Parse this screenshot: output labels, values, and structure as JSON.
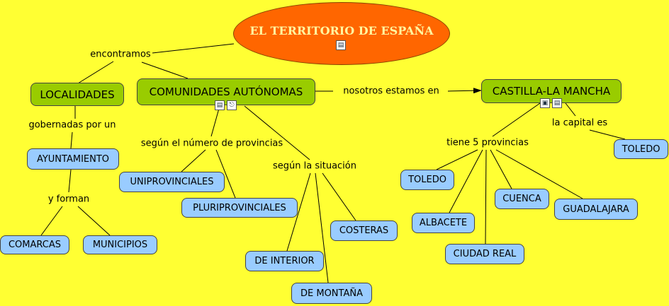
{
  "title": "EL TERRITORIO DE ESPAÑA",
  "phrases": {
    "encontramos": "encontramos",
    "gobernadas": "gobernadas por un",
    "y_forman": "y forman",
    "segun_numero": "según el número de provincias",
    "segun_situacion": "según la situación",
    "nosotros": "nosotros estamos en",
    "tiene5": "tiene 5 provincias",
    "capital": "la capital es"
  },
  "concepts": {
    "localidades": "LOCALIDADES",
    "ayuntamiento": "AYUNTAMIENTO",
    "comarcas": "COMARCAS",
    "municipios": "MUNICIPIOS",
    "comunidades": "COMUNIDADES AUTÓNOMAS",
    "uniprovinciales": "UNIPROVINCIALES",
    "pluriprovinciales": "PLURIPROVINCIALES",
    "de_interior": "DE INTERIOR",
    "de_montana": "DE MONTAÑA",
    "costeras": "COSTERAS",
    "castilla": "CASTILLA-LA MANCHA",
    "toledo_capital": "TOLEDO",
    "toledo": "TOLEDO",
    "albacete": "ALBACETE",
    "ciudad_real": "CIUDAD REAL",
    "cuenca": "CUENCA",
    "guadalajara": "GUADALAJARA"
  },
  "icons": {
    "root": [
      "document-icon"
    ],
    "comunidades": [
      "document-icon",
      "concept-map-icon"
    ],
    "castilla": [
      "image-icon",
      "document-icon"
    ]
  },
  "colors": {
    "background": "#ffff33",
    "root_fill": "#ff6600",
    "root_text": "#fff7a0",
    "green_node": "#99cc00",
    "blue_node": "#99ccff"
  }
}
